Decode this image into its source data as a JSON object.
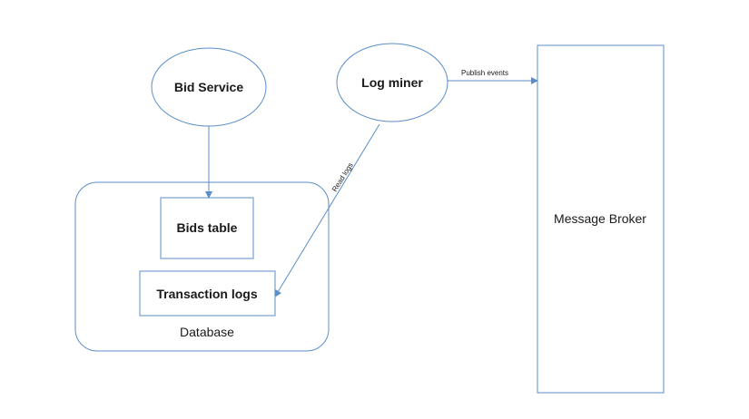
{
  "nodes": {
    "bid_service": "Bid Service",
    "log_miner": "Log miner",
    "bids_table": "Bids table",
    "transaction_logs": "Transaction logs",
    "database": "Database",
    "message_broker": "Message Broker"
  },
  "edges": {
    "publish_events": "Publish events",
    "read_logs": "Read logs"
  },
  "colors": {
    "stroke": "#5b8ec9",
    "text": "#1a1a1a"
  }
}
